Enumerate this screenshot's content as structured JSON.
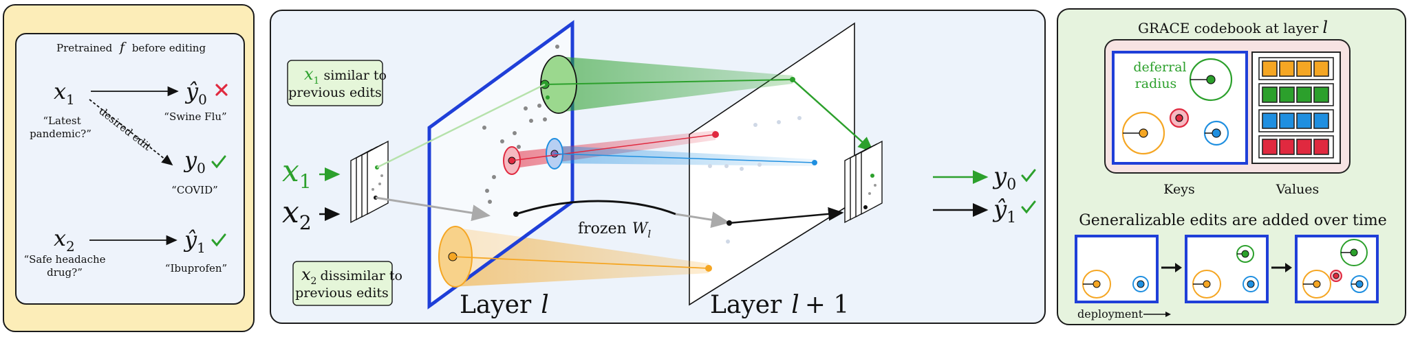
{
  "left": {
    "title": "Pretrained",
    "title_f": "f",
    "title_suffix": "before editing",
    "x1": "x",
    "x1_sub": "1",
    "x1_quote_1": "“Latest",
    "x1_quote_2": "pandemic?”",
    "y0hat": "ŷ",
    "y0hat_sub": "0",
    "y0hat_quote": "“Swine Flu”",
    "desired_edit": "desired edit",
    "y0": "y",
    "y0_sub": "0",
    "y0_quote": "“COVID”",
    "x2": "x",
    "x2_sub": "2",
    "x2_quote_1": "“Safe headache",
    "x2_quote_2": "drug?”",
    "y1hat": "ŷ",
    "y1hat_sub": "1",
    "y1hat_quote": "“Ibuprofen”"
  },
  "middle": {
    "note1_var": "x",
    "note1_sub": "1",
    "note1_line1": "similar to",
    "note1_line2": "previous edits",
    "note2_var": "x",
    "note2_sub": "2",
    "note2_line1": "dissimilar to",
    "note2_line2": "previous edits",
    "in_x1": "x",
    "in_x1_sub": "1",
    "in_x2": "x",
    "in_x2_sub": "2",
    "frozen": "frozen",
    "frozen_W": "W",
    "frozen_W_sub": "l",
    "layer_l": "Layer",
    "layer_l_var": "l",
    "layer_l1": "Layer",
    "layer_l1_var": "l",
    "layer_l1_suffix": "+ 1",
    "out_y0": "y",
    "out_y0_sub": "0",
    "out_y1": "ŷ",
    "out_y1_sub": "1"
  },
  "right": {
    "title": "GRACE codebook at layer",
    "title_var": "l",
    "deferral_1": "deferral",
    "deferral_2": "radius",
    "keys": "Keys",
    "values": "Values",
    "generalizable": "Generalizable edits are added over time",
    "deployment": "deployment"
  },
  "colors": {
    "green": "#2ca02c",
    "red": "#e0293f",
    "blue": "#1f8fe0",
    "orange": "#f5a623",
    "frame_blue": "#1f3fd8",
    "left_bg": "#fcedb8",
    "mid_bg": "#edf3fb",
    "right_bg": "#e6f3de",
    "note_bg": "#e5f6d9",
    "codebook_bg": "#f7e3e3"
  },
  "icons": [
    "cross-icon",
    "check-icon"
  ]
}
